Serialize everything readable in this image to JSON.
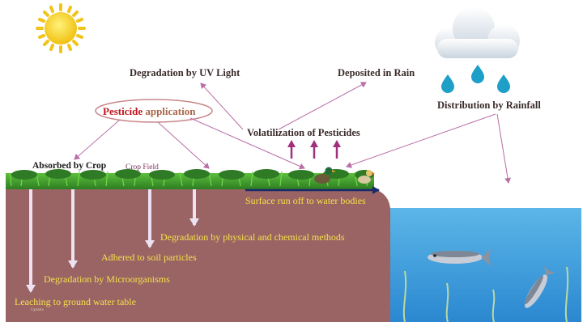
{
  "labels": {
    "uv": "Degradation by UV Light",
    "rain_deposit": "Deposited in Rain",
    "rainfall": "Distribution by Rainfall",
    "pesticide_word": "Pesticide",
    "application_word": "application",
    "volatilization": "Volatilization of Pesticides",
    "absorbed": "Absorbed by Crop",
    "crop_field": "Crop Field",
    "runoff": "Surface run off to water bodies",
    "physical_chemical": "Degradation by physical and chemical methods",
    "adhered": "Adhered to soil particles",
    "microorganisms": "Degradation by Microorganisms",
    "leaching": "Leaching to ground water table",
    "small_caption": "Uptake"
  },
  "colors": {
    "soil": "#9a6464",
    "grass": "#3e9a2e",
    "water_top": "#58b2e6",
    "water_bottom": "#2a86cf",
    "yellow_text": "#f5e04a",
    "arrow_pink": "#b86fa6",
    "arrow_light": "#e9dff0",
    "volatile_arrow": "#a0307a",
    "runoff_arrow": "#1a2a6a",
    "sun": "#f4d21e",
    "raindrop": "#1e9fc8"
  },
  "icons": [
    "sun-icon",
    "cloud-icon",
    "raindrop-icon",
    "duck-icon",
    "fish-icon",
    "seaweed-icon"
  ]
}
